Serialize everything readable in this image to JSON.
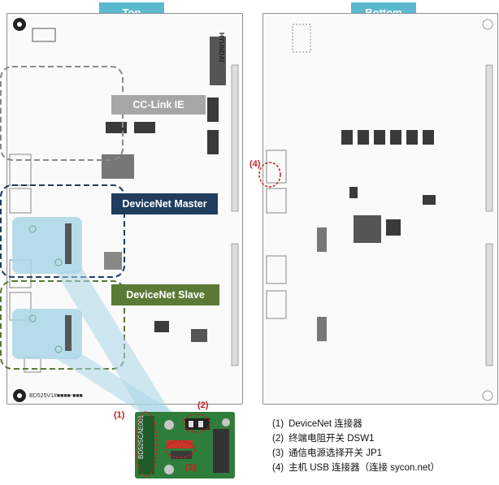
{
  "tabs": {
    "top": "Top",
    "bottom": "Bottom"
  },
  "colors": {
    "tab": "#5bb8cf",
    "cclink": "#a6a6a6",
    "master": "#203c5f",
    "slave": "#5b7a35",
    "callout_red": "#c21f1f",
    "pcb_green": "#2f7d3a",
    "connector_blue": "#a9d6e5"
  },
  "callouts": {
    "cclink": "CC-Link IE",
    "master": "DeviceNet Master",
    "slave": "DeviceNet Slave"
  },
  "markers": {
    "m1": "(1)",
    "m2": "(2)",
    "m3": "(3)",
    "m4": "(4)"
  },
  "board": {
    "silkscreen": "BD525V1#■■■■-■■■",
    "brand": "HYUNDAI",
    "module_label": "BD525CAE001"
  },
  "legend": [
    {
      "num": "(1)",
      "text": "DeviceNet 连接器"
    },
    {
      "num": "(2)",
      "text": "终端电阻开关 DSW1"
    },
    {
      "num": "(3)",
      "text": "通信电源选择开关 JP1"
    },
    {
      "num": "(4)",
      "text": "主机 USB 连接器（连接 sycon.net）"
    }
  ]
}
